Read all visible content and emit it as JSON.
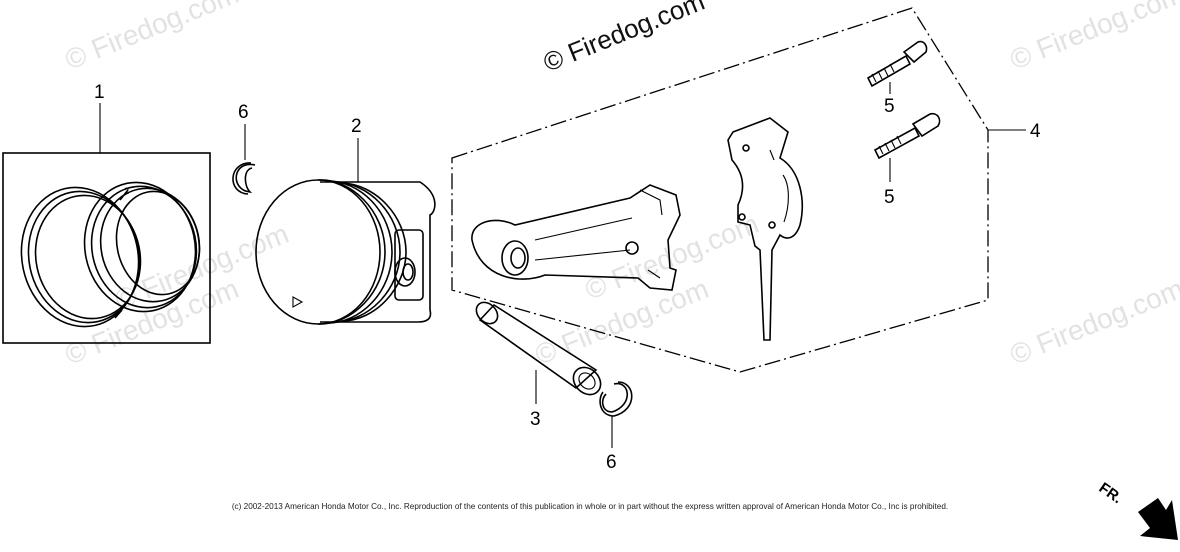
{
  "watermarks": {
    "top_center": "© Firedog.com",
    "faint": "© Firedog.com"
  },
  "callouts": {
    "piston_ring_set": "1",
    "piston": "2",
    "piston_pin": "3",
    "connecting_rod_set": "4",
    "rod_bolt_upper": "5",
    "rod_bolt_lower": "5",
    "pin_clip_upper": "6",
    "pin_clip_lower": "6"
  },
  "copyright": "(c) 2002-2013 American Honda Motor Co., Inc. Reproduction of the contents of this publication in whole or in part without the express written approval of American Honda Motor Co., Inc is prohibited.",
  "direction_indicator": {
    "label": "FR.",
    "icon": "arrow-down-right-icon"
  }
}
